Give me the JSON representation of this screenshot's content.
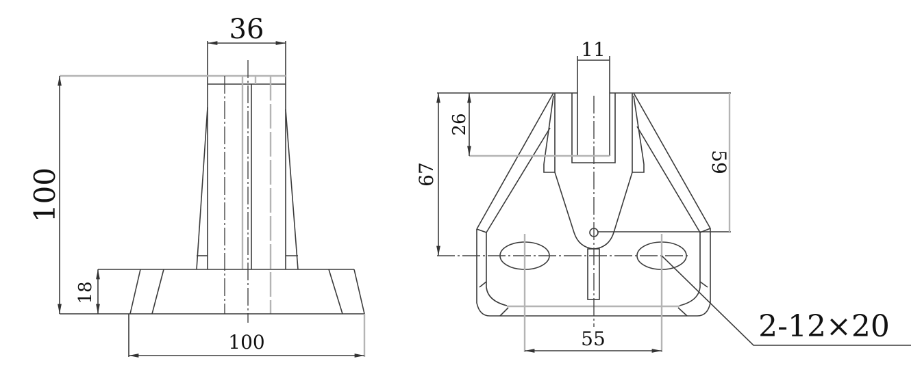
{
  "side_view": {
    "width_top_label": "36",
    "height_label": "100",
    "base_height_label": "18",
    "base_width_label": "100"
  },
  "front_view": {
    "tab_width_label": "11",
    "slot_depth_label": "26",
    "total_height_label": "67",
    "hole_height_label": "59",
    "slot_spacing_label": "55",
    "slot_callout_label": "2-12×20"
  }
}
